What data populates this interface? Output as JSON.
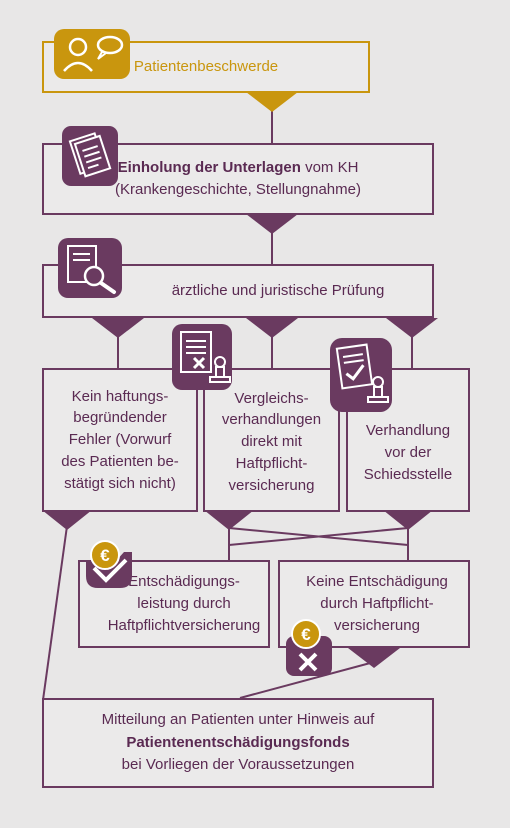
{
  "colors": {
    "purple": "#6a3a60",
    "gold": "#c9960e",
    "background": "#e8e7e7"
  },
  "steps": {
    "complaint": {
      "text": "Patientenbeschwerde",
      "icon": "people-speech-icon"
    },
    "documents": {
      "text_bold": "Einholung der Unterlagen",
      "text_rest": " vom KH",
      "text_line2": "(Krankengeschichte, Stellungnahme)",
      "icon": "documents-icon"
    },
    "review": {
      "text": "ärztliche und juristische Prüfung",
      "icon": "magnifier-document-icon"
    },
    "no_fault": {
      "text": "Kein haftungs-\nbegründender\nFehler (Vorwurf\ndes Patienten be-\nstätigt sich nicht)"
    },
    "settlement": {
      "text": "Vergleichs-\nverhandlungen\ndirekt mit\nHaftpflicht-\nversicherung",
      "icon": "document-stamp-reject-icon"
    },
    "arbitration": {
      "text": "Verhandlung\nvor der\nSchiedsstelle",
      "icon": "document-stamp-approve-icon"
    },
    "compensation": {
      "text": "Entschädigungs-\nleistung durch\nHaftpflichtversicherung",
      "icon": "euro-check-icon",
      "currency_symbol": "€"
    },
    "no_compensation": {
      "text": "Keine Entschädigung\ndurch Haftpflicht-\nversicherung",
      "icon": "euro-cross-icon",
      "currency_symbol": "€"
    },
    "notice": {
      "line1": "Mitteilung an Patienten unter Hinweis auf",
      "line2_bold": "Patientenentschädigungsfonds",
      "line3": "bei Vorliegen der Voraussetzungen"
    }
  }
}
